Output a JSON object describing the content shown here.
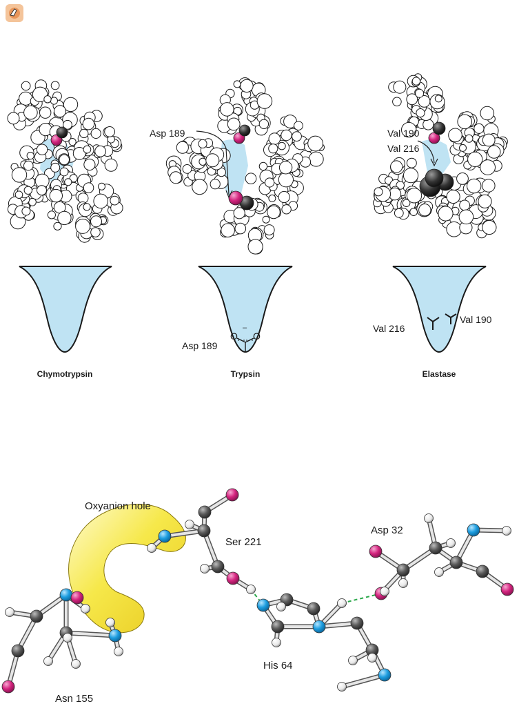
{
  "top_labels": {
    "trypsin_asp": "Asp 189",
    "elastase_val190": "Val 190",
    "elastase_val216": "Val 216"
  },
  "pocket_labels": {
    "trypsin_asp": "Asp 189",
    "elastase_left": "Val 216",
    "elastase_right": "Val 190",
    "carboxylate_o": "O",
    "carboxylate_charge": "–"
  },
  "captions": {
    "chymotrypsin": "Chymotrypsin",
    "trypsin": "Trypsin",
    "elastase": "Elastase"
  },
  "bottom_labels": {
    "oxyanion": "Oxyanion hole",
    "ser": "Ser 221",
    "asp": "Asp 32",
    "his": "His 64",
    "asn": "Asn 155"
  },
  "colors": {
    "pocket_fill": "#bfe3f3",
    "oxygen": "#d4257f",
    "nitrogen": "#1e9ee0",
    "carbon": "#555555",
    "hydrogen": "#eeeeee",
    "oxyanion_fill": "#f4e43a",
    "hbond": "#2aa84a"
  }
}
